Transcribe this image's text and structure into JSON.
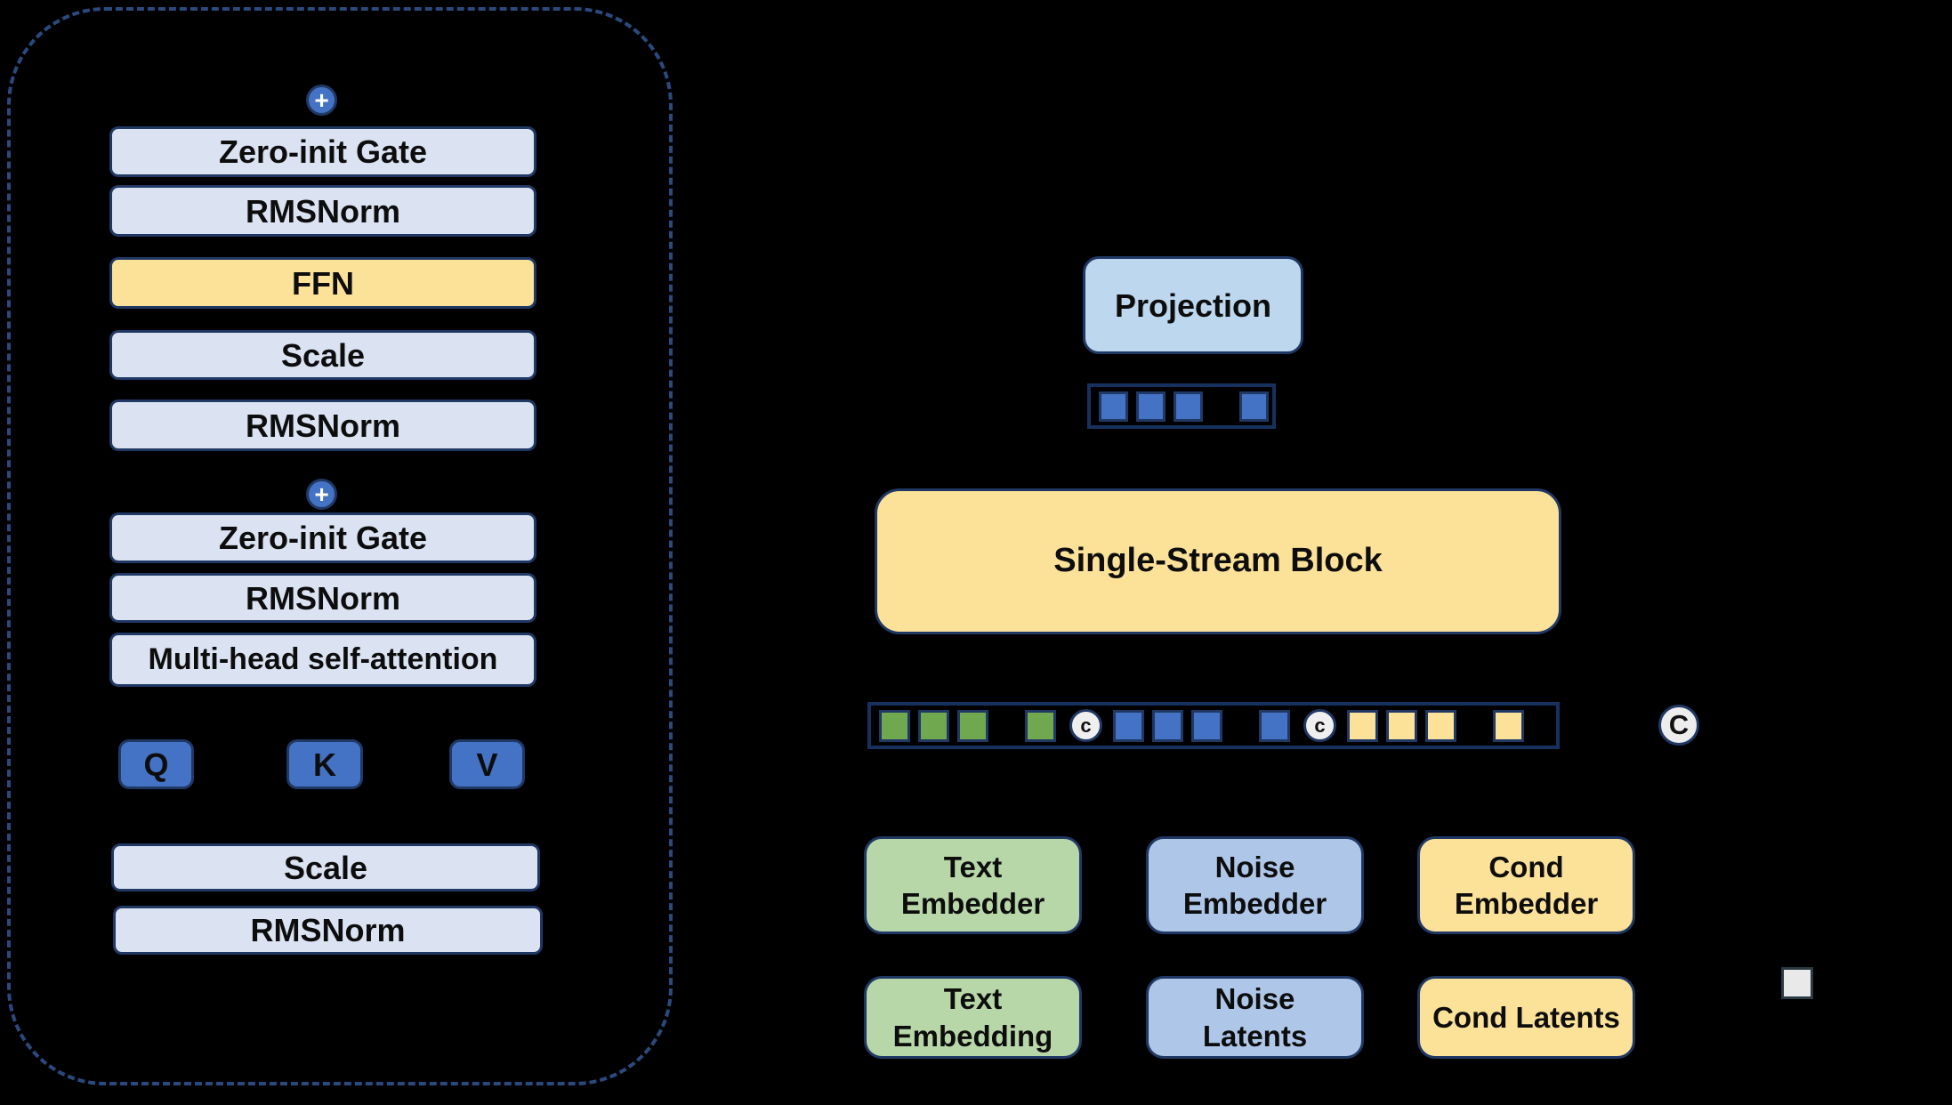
{
  "colors": {
    "background": "#000000",
    "outline_navy": "#203864",
    "dashed_border": "#2a4a7f",
    "lavender_fill": "#dbe3f3",
    "yellow_fill": "#fce198",
    "green_fill": "#b7d7a9",
    "periwinkle_fill": "#aec6e8",
    "light_blue_fill": "#bdd7ee",
    "accent_blue": "#4472c4",
    "token_green": "#6fa84f",
    "concat_circle_fill": "#efefef",
    "small_square_fill": "#e9e9e9"
  },
  "icons": {
    "add": "+",
    "concat_small": "c",
    "concat_large": "C"
  },
  "left_panel": {
    "boxes": {
      "zero_init_gate_1": "Zero-init Gate",
      "rmsnorm_1": "RMSNorm",
      "ffn": "FFN",
      "scale_1": "Scale",
      "rmsnorm_2": "RMSNorm",
      "zero_init_gate_2": "Zero-init Gate",
      "rmsnorm_3": "RMSNorm",
      "attention": "Multi-head self-attention",
      "q": "Q",
      "k": "K",
      "v": "V",
      "scale_2": "Scale",
      "rmsnorm_4": "RMSNorm"
    }
  },
  "right_panel": {
    "projection_label": "Projection",
    "single_stream_block_label": "Single-Stream Block",
    "embedders": {
      "text": "Text\nEmbedder",
      "noise": "Noise\nEmbedder",
      "cond": "Cond\nEmbedder"
    },
    "inputs": {
      "text": "Text\nEmbedding",
      "noise": "Noise\nLatents",
      "cond": "Cond Latents"
    }
  },
  "token_strips": {
    "output_tokens": [
      "blue",
      "blue",
      "blue",
      "gap",
      "blue"
    ],
    "input_tokens": [
      "green",
      "green",
      "green",
      "gap",
      "green",
      "concat",
      "blue",
      "blue",
      "blue",
      "gap",
      "blue",
      "concat",
      "yellow",
      "yellow",
      "yellow",
      "gap",
      "yellow"
    ]
  }
}
